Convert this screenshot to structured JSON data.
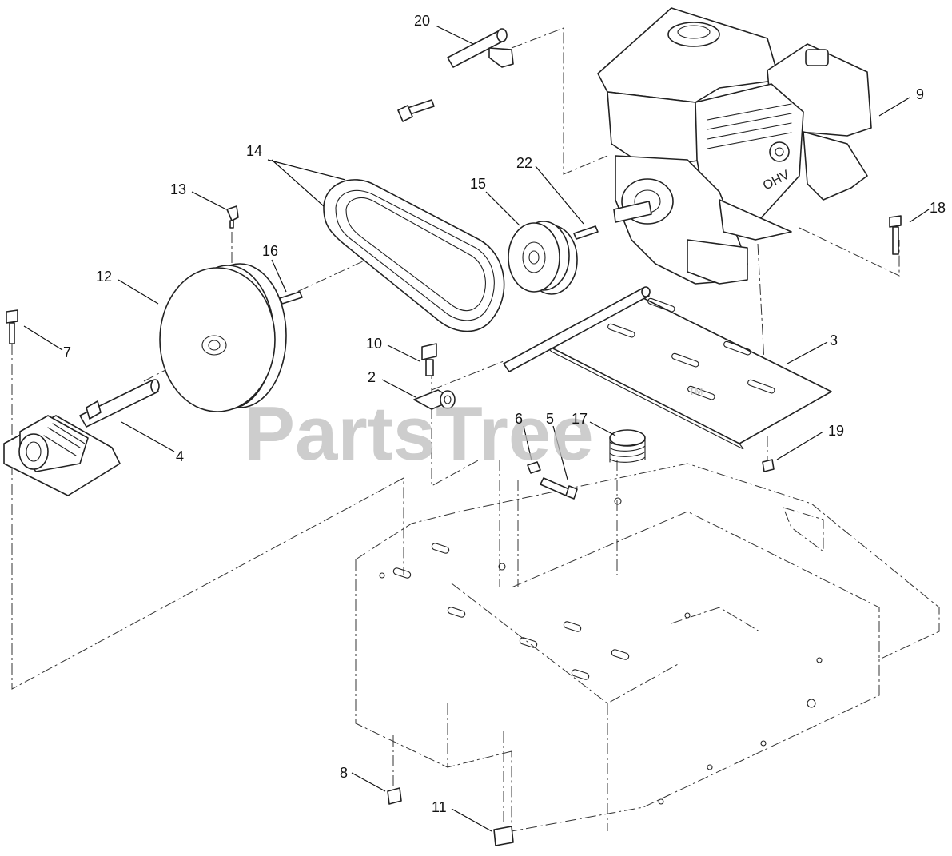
{
  "watermark": {
    "text": "PartsTree",
    "mark": "TM",
    "color": "#bdbdbd"
  },
  "engine_badge": "OHV",
  "callouts": [
    {
      "id": "c20",
      "label": "20"
    },
    {
      "id": "c9",
      "label": "9"
    },
    {
      "id": "c14",
      "label": "14"
    },
    {
      "id": "c22",
      "label": "22"
    },
    {
      "id": "c15",
      "label": "15"
    },
    {
      "id": "c13",
      "label": "13"
    },
    {
      "id": "c18",
      "label": "18"
    },
    {
      "id": "c16",
      "label": "16"
    },
    {
      "id": "c12",
      "label": "12"
    },
    {
      "id": "c7",
      "label": "7"
    },
    {
      "id": "c10",
      "label": "10"
    },
    {
      "id": "c3",
      "label": "3"
    },
    {
      "id": "c2",
      "label": "2"
    },
    {
      "id": "c6",
      "label": "6"
    },
    {
      "id": "c5",
      "label": "5"
    },
    {
      "id": "c17",
      "label": "17"
    },
    {
      "id": "c19",
      "label": "19"
    },
    {
      "id": "c4",
      "label": "4"
    },
    {
      "id": "c8",
      "label": "8"
    },
    {
      "id": "c11",
      "label": "11"
    }
  ]
}
